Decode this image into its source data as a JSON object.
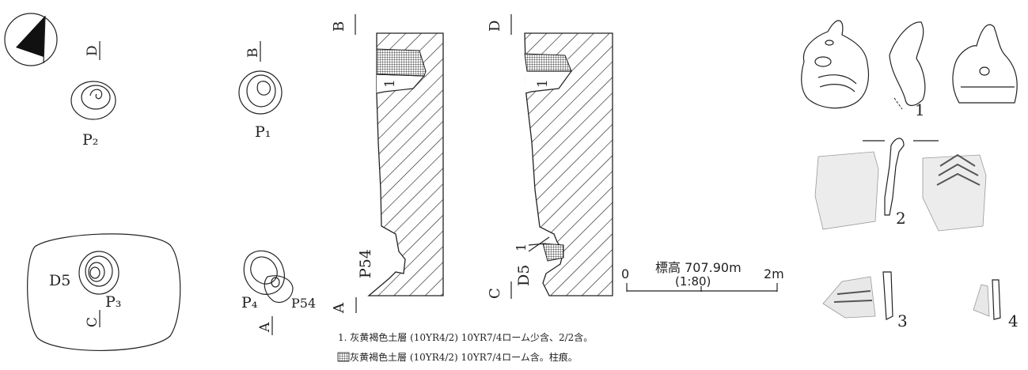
{
  "plan_labels": {
    "p2": "P₂",
    "p1": "P₁",
    "p3": "P₃",
    "p4": "P₄",
    "p54": "P54",
    "d5": "D5",
    "pt_a": "A",
    "pt_b": "B",
    "pt_c": "C",
    "pt_d": "D"
  },
  "section_labels": {
    "left_top": "B",
    "left_bottom": "A",
    "left_feature": "P54",
    "left_layer": "1",
    "right_top": "D",
    "right_bottom": "C",
    "right_feature": "D5",
    "right_layer": "1",
    "right_layer_lower": "1"
  },
  "scale": {
    "elevation": "標高 707.90m",
    "ratio": "(1:80)",
    "start": "0",
    "end": "2m"
  },
  "legend": {
    "layer1": "1. 灰黄褐色土層 (10YR4/2) 10YR7/4ローム少含、2/2含。",
    "post": "灰黄褐色土層 (10YR4/2) 10YR7/4ローム含。柱痕。"
  },
  "artifacts": [
    {
      "number": "1"
    },
    {
      "number": "2"
    },
    {
      "number": "3"
    },
    {
      "number": "4"
    }
  ]
}
